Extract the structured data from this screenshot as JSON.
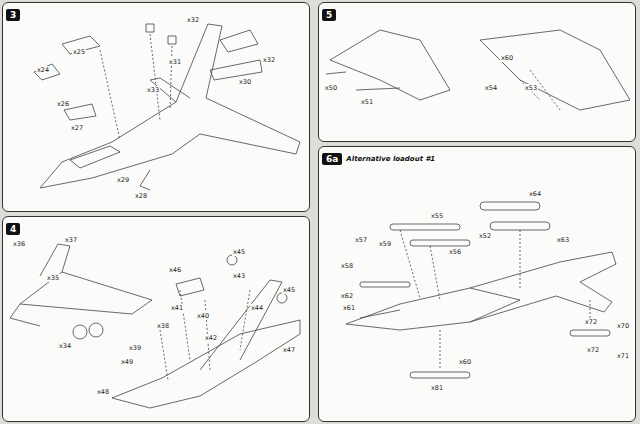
{
  "diagram": {
    "nodes": [
      {
        "text": [
          "3"
        ]
      },
      {
        "text": [
          "4"
        ]
      },
      {
        "text": [
          "5"
        ]
      },
      {
        "text": [
          "6a",
          "Alternative loadout #1"
        ]
      }
    ],
    "labels": [
      "x25",
      "x24",
      "x26",
      "x27",
      "x32",
      "x31",
      "x33",
      "x30",
      "x32",
      "x29",
      "x28",
      "x36",
      "x37",
      "x35",
      "x34",
      "x46",
      "x45",
      "x41",
      "x40",
      "x38",
      "x39",
      "x42",
      "x43",
      "x44",
      "x45",
      "x47",
      "x48",
      "x49",
      "x50",
      "x51",
      "x60",
      "x54",
      "x53",
      "x57",
      "x58",
      "x59",
      "x55",
      "x56",
      "x52",
      "x64",
      "x63",
      "x62",
      "x61",
      "x60",
      "x81",
      "x72",
      "x70",
      "x71",
      "x72"
    ]
  }
}
